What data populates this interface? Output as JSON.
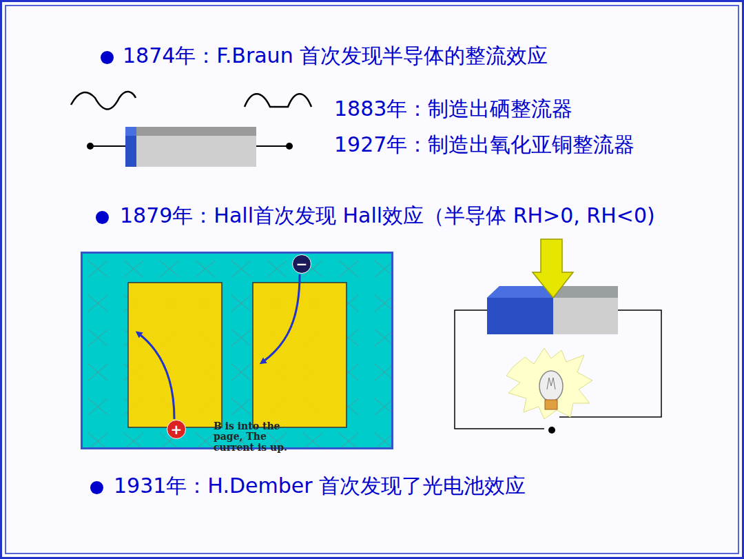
{
  "diagram": {
    "nodes": [
      {
        "text": [
          "B is into the page, The current is up."
        ]
      },
      {
        "text": [
          "−"
        ],
        "in": 0
      },
      {
        "text": [
          "+"
        ],
        "in": 0
      }
    ],
    "labels": [
      "1874年：F.Braun 首次发现半导体的整流效应",
      "1883年：制造出硒整流器",
      "1927年：制造出氧化亚铜整流器",
      "1879年：Hall首次发现 Hall效应（半导体 RH>0, RH<0)",
      "1931年：H.Dember 首次发现了光电池效应"
    ]
  }
}
